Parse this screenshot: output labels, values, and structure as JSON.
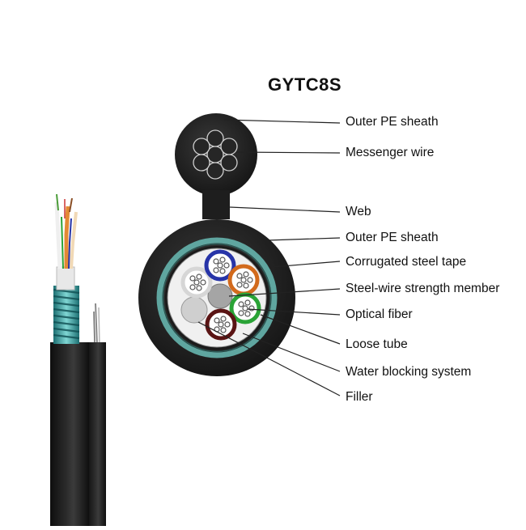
{
  "diagram": {
    "title": "GYTC8S",
    "labels": [
      "Outer PE sheath",
      "Messenger wire",
      "Web",
      "Outer PE sheath",
      "Corrugated steel tape",
      "Steel-wire strength member",
      "Optical fiber",
      "Loose tube",
      "Water blocking system",
      "Filler"
    ]
  },
  "colors": {
    "sheath": "#1c1c1c",
    "steel_tape": "#5fa6a0",
    "tube_blue": "#2734a8",
    "tube_orange": "#d26a1c",
    "tube_green": "#2aa336",
    "tube_brown": "#5a1414",
    "tube_white": "#d9d9d9",
    "filler": "#c8c8c8",
    "strength_member": "#9a9a9a",
    "cable_steel_wrap": "#3fb0b0"
  }
}
